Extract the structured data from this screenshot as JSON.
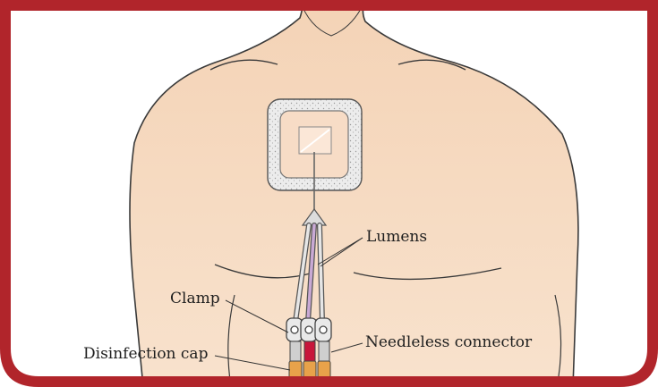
{
  "labels": {
    "lumens": "Lumens",
    "clamp": "Clamp",
    "needleless_connector": "Needleless connector",
    "disinfection_cap": "Disinfection cap"
  },
  "colors": {
    "frame": "#b1252b",
    "skin": "#f6dcc3",
    "skin_shadow": "#efcfb2",
    "outline": "#3a3a3a",
    "dressing": "#ebebeb",
    "lumen_purple": "#c9a9d4",
    "lumen_red": "#c8163a",
    "connector_orange": "#e8a24a"
  }
}
